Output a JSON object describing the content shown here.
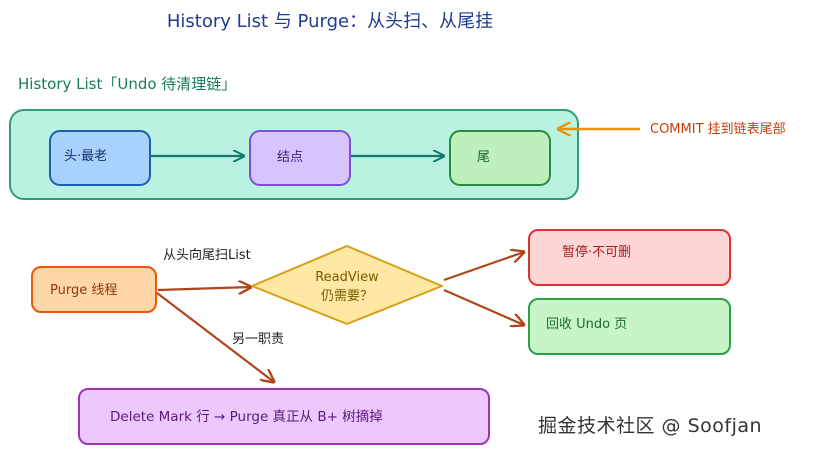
{
  "title": "History List 与 Purge：从头扫、从尾挂",
  "history_list": {
    "label": "History List「Undo 待清理链」",
    "nodes": [
      {
        "id": "head",
        "text": "头·最老"
      },
      {
        "id": "middle",
        "text": "结点"
      },
      {
        "id": "tail",
        "text": "尾"
      }
    ]
  },
  "commit_note": "COMMIT 挂到链表尾部",
  "purge": {
    "thread": "Purge 线程",
    "scan_label": "从头向尾扫List",
    "decision_line1": "ReadView",
    "decision_line2": "仍需要？",
    "pause": "暂停·不可删",
    "recycle": "回收 Undo 页",
    "other_duty_label": "另一职责",
    "delete_mark": "Delete Mark 行 → Purge 真正从 B+ 树摘掉"
  },
  "watermark": "掘金技术社区 @ Soofjan",
  "colors": {
    "title": "#1f3c8f",
    "list_label": "#1a7a5a",
    "container_fill": "#b9f2e0",
    "container_stroke": "#2f9e77",
    "head_fill": "#a8d1ff",
    "head_stroke": "#1a5fb4",
    "middle_fill": "#d6c4ff",
    "middle_stroke": "#7d4fd6",
    "tail_fill": "#bdf0bd",
    "tail_stroke": "#2b8a3e",
    "commit": "#e8930c",
    "purge_fill": "#ffd6a8",
    "purge_stroke": "#e8590c",
    "decision_fill": "#ffe8a3",
    "decision_stroke": "#d4a017",
    "pause_fill": "#ffd6d6",
    "pause_stroke": "#e03131",
    "recycle_fill": "#c8f5c8",
    "recycle_stroke": "#2f9e44",
    "delete_fill": "#ecc8ff",
    "delete_stroke": "#9c36b5",
    "flow_arrow": "#b0451a",
    "list_arrow": "#0f7a6b"
  }
}
